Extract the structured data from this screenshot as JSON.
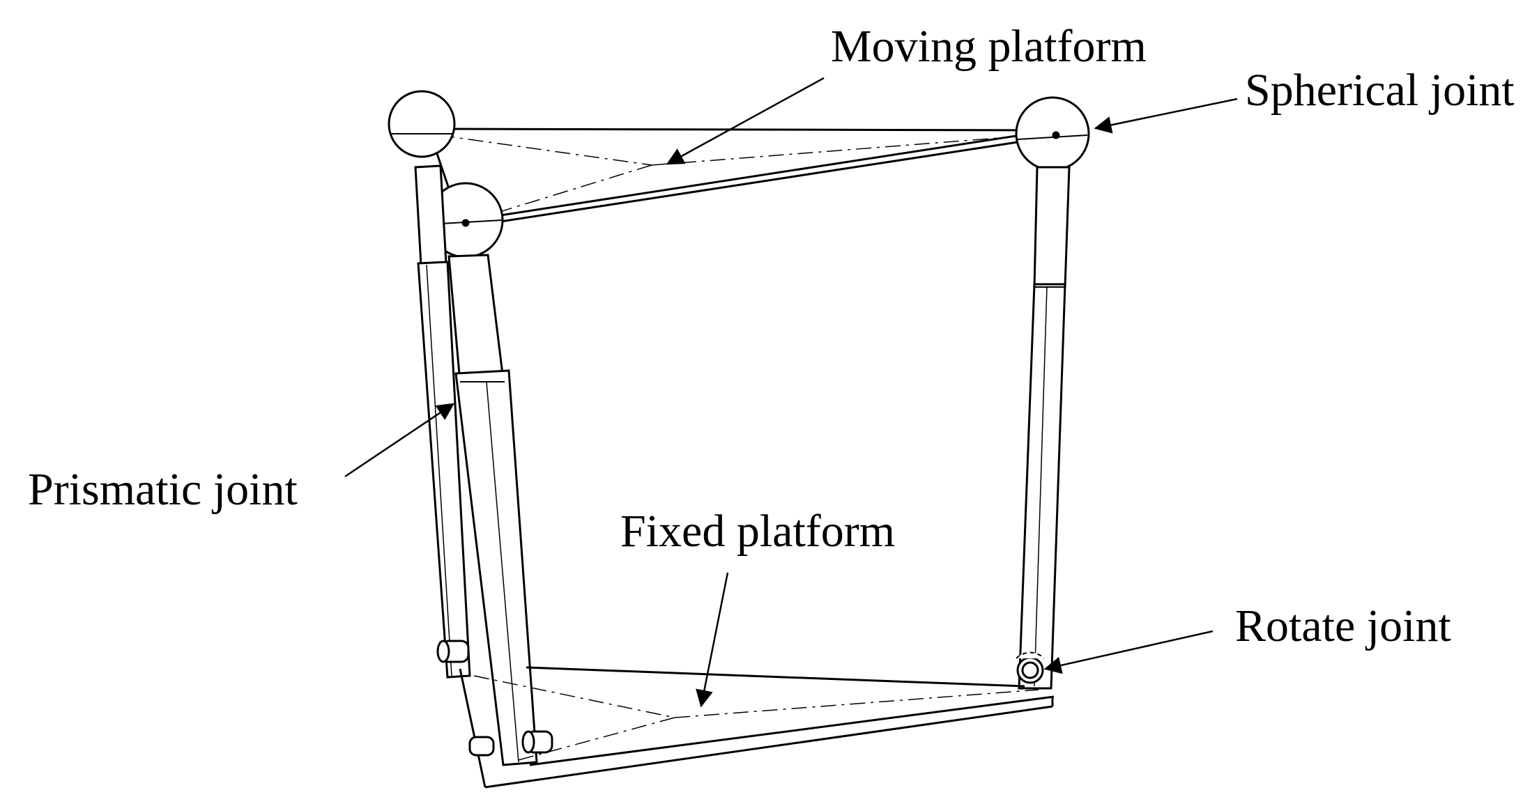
{
  "labels": {
    "moving_platform": "Moving platform",
    "spherical_joint": "Spherical joint",
    "prismatic_joint": "Prismatic joint",
    "fixed_platform": "Fixed platform",
    "rotate_joint": "Rotate joint"
  },
  "colors": {
    "line": "#000000",
    "background": "#ffffff"
  }
}
